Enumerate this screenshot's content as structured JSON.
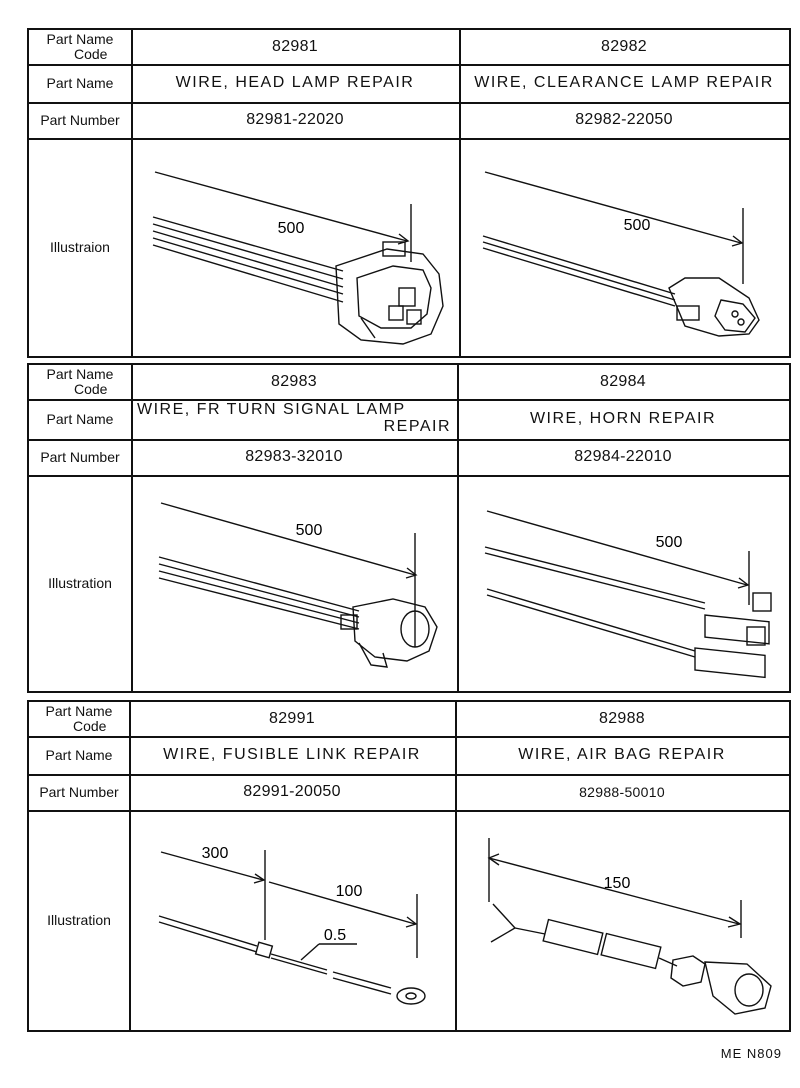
{
  "labels": {
    "code": [
      "Part Name",
      "Code"
    ],
    "name": "Part Name",
    "number": "Part Number",
    "illustration_1": "Illustraion",
    "illustration_2": "Illustration",
    "illustration_3": "Illustration"
  },
  "blocks": [
    {
      "left": {
        "code": "82981",
        "name": "WIRE, HEAD LAMP REPAIR",
        "number": "82981-22020",
        "dims": [
          "500"
        ]
      },
      "right": {
        "code": "82982",
        "name": "WIRE, CLEARANCE LAMP REPAIR",
        "number": "82982-22050",
        "dims": [
          "500"
        ]
      }
    },
    {
      "left": {
        "code": "82983",
        "name_line1": "WIRE, FR TURN SIGNAL LAMP",
        "name_line2": "REPAIR",
        "number": "82983-32010",
        "dims": [
          "500"
        ]
      },
      "right": {
        "code": "82984",
        "name": "WIRE, HORN REPAIR",
        "number": "82984-22010",
        "dims": [
          "500"
        ]
      }
    },
    {
      "left": {
        "code": "82991",
        "name": "WIRE, FUSIBLE LINK REPAIR",
        "number": "82991-20050",
        "dims": [
          "300",
          "100",
          "0.5"
        ]
      },
      "right": {
        "code": "82988",
        "name": "WIRE, AIR BAG REPAIR",
        "number": "82988-50010",
        "dims": [
          "150"
        ]
      }
    }
  ],
  "footer": "ME  N809"
}
